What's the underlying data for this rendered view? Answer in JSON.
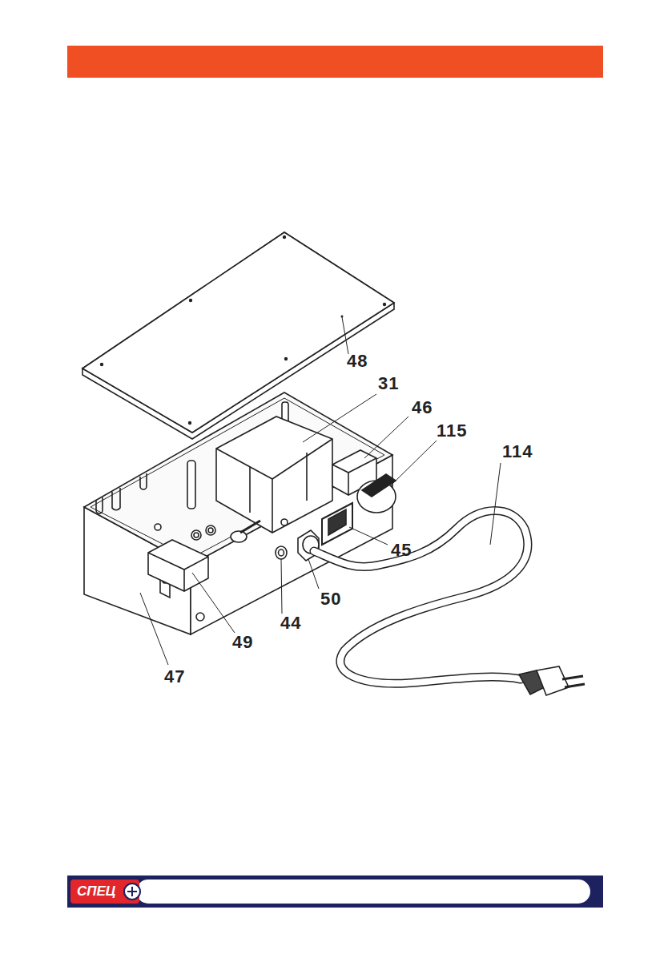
{
  "diagram": {
    "labels": [
      "48",
      "31",
      "46",
      "115",
      "114",
      "45",
      "50",
      "44",
      "49",
      "47",
      "СПЕЦ"
    ]
  }
}
